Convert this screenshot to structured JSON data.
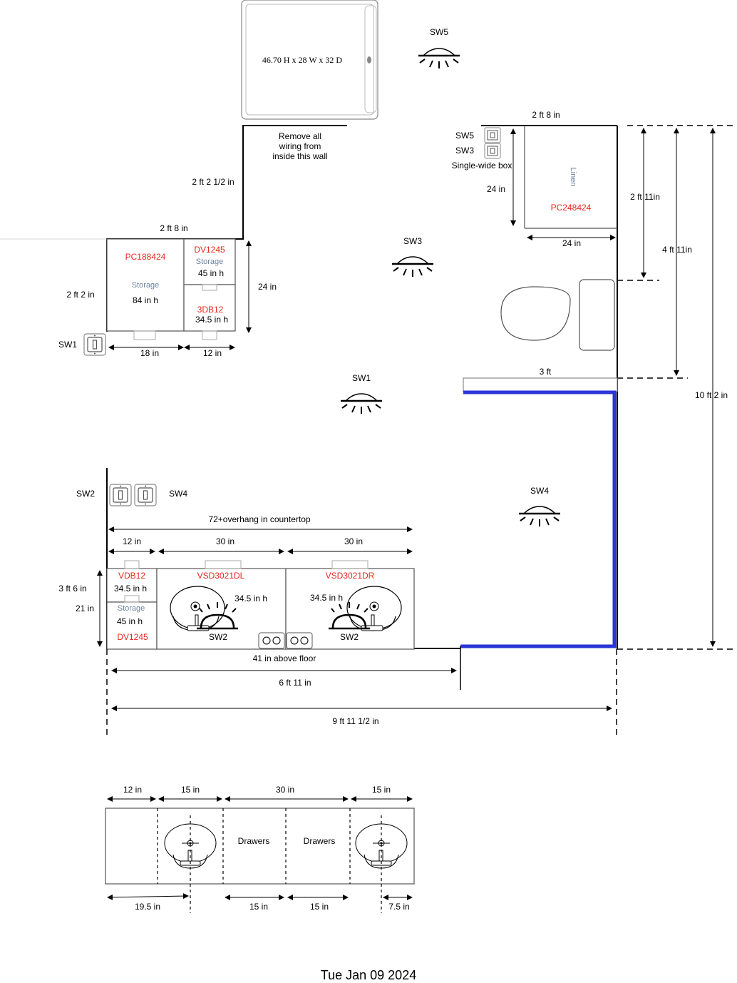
{
  "top": {
    "appliance": "46.70 H x 28 W x 32 D",
    "wall_note": [
      "Remove all",
      "wiring from",
      "inside this wall"
    ],
    "dim_wall_top": "2 ft 2 1/2 in",
    "dim_closet_top": "2 ft 8 in"
  },
  "lights": [
    "SW5",
    "SW3",
    "SW1",
    "SW4"
  ],
  "left_cabinets": {
    "pc": "PC188424",
    "storage": "Storage",
    "pc_h": "84 in h",
    "dv": "DV1245",
    "dv_storage": "Storage",
    "dv_h": "45 in h",
    "db": "3DB12",
    "db_h": "34.5 in h",
    "dim_depth": "2 ft 2 in",
    "dim_right": "24 in",
    "dim_w1": "18 in",
    "dim_w2": "12 in",
    "switch": "SW1"
  },
  "linen": {
    "dim_top": "2 ft 8 in",
    "sw5": "SW5",
    "sw3": "SW3",
    "box_note": "Single-wide box",
    "label": "Linen",
    "pc": "PC248424",
    "dim_h": "24 in",
    "dim_w": "24 in",
    "dim_2ft11": "2 ft 11in",
    "dim_4ft11": "4 ft 11in",
    "dim_10ft2": "10 ft 2 in"
  },
  "shower": {
    "dim": "3 ft"
  },
  "vanity": {
    "sw2": "SW2",
    "sw4": "SW4",
    "countertop": "72+overhang in countertop",
    "dim_12": "12 in",
    "dim_30a": "30 in",
    "dim_30b": "30 in",
    "vdb": "VDB12",
    "vdb_h": "34.5 in h",
    "storage": "Storage",
    "storage_h": "45 in h",
    "dv": "DV1245",
    "vsd_l": "VSD3021DL",
    "vsd_l_h": "34.5 in h",
    "vsd_r": "VSD3021DR",
    "vsd_r_h": "34.5 in h",
    "sink_sw_l": "SW2",
    "sink_sw_r": "SW2",
    "dim_3ft6": "3 ft 6 in",
    "dim_21": "21 in",
    "outlet_note": "41 in above floor",
    "dim_6ft11": "6 ft 11 in",
    "dim_9ft11": "9 ft 11 1/2 in"
  },
  "elevation": {
    "top_dims": [
      "12 in",
      "15 in",
      "30 in",
      "15 in"
    ],
    "drawers_l": "Drawers",
    "drawers_r": "Drawers",
    "bottom_dims": [
      "19.5 in",
      "15 in",
      "15 in",
      "7.5 in"
    ]
  },
  "date": "Tue Jan 09 2024"
}
